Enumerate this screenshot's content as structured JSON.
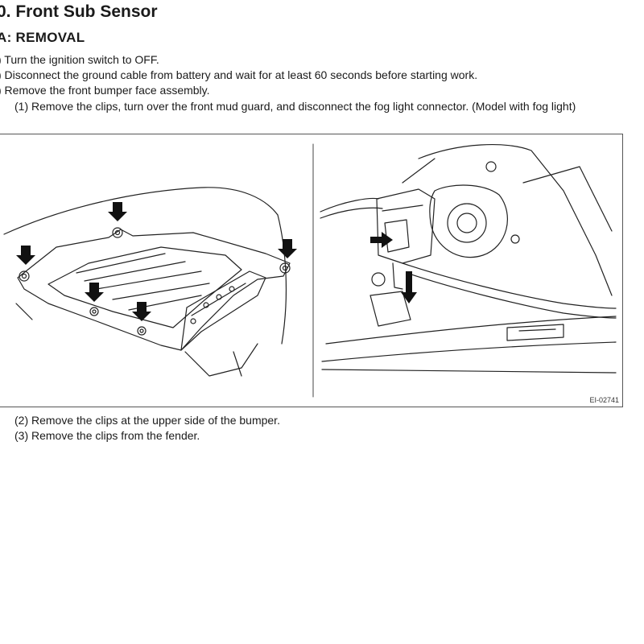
{
  "header": {
    "title": "0.  Front Sub Sensor",
    "section": "A:  REMOVAL"
  },
  "steps": [
    {
      "text": ") Turn the ignition switch to OFF."
    },
    {
      "text": ") Disconnect the ground cable from battery and wait for at least 60 seconds before starting work."
    },
    {
      "text": ") Remove the front bumper face assembly."
    }
  ],
  "sub_steps": [
    {
      "text": "(1) Remove the clips, turn over the front mud guard, and disconnect the fog light connector. (Model with fog light)"
    },
    {
      "text": "(2) Remove the clips at the upper side of the bumper."
    },
    {
      "text": "(3) Remove the clips from the fender."
    }
  ],
  "figure": {
    "label": "EI-02741"
  }
}
